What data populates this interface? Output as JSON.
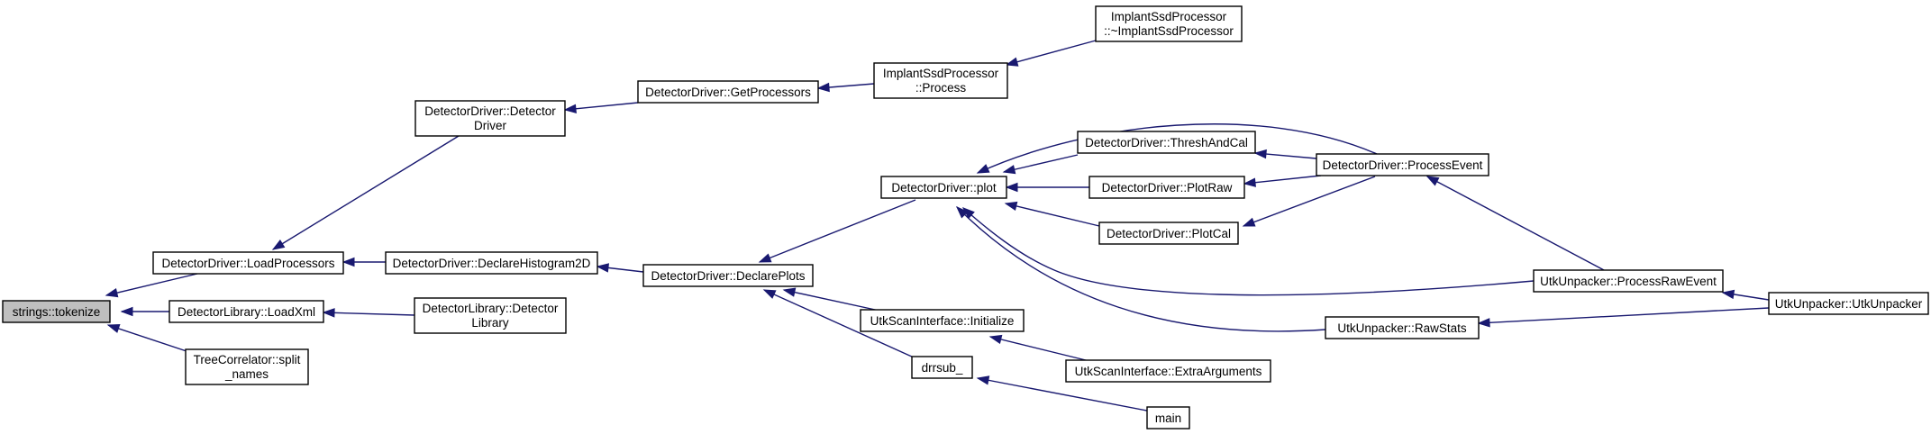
{
  "title": "",
  "colors": {
    "edge": "#191970",
    "node_fill": "#ffffff",
    "root_fill": "#bfbfbf",
    "border": "#000000"
  },
  "nodes": {
    "tokenize": {
      "lines": [
        "strings::tokenize"
      ],
      "root": true
    },
    "load_processors": {
      "lines": [
        "DetectorDriver::LoadProcessors"
      ]
    },
    "load_xml": {
      "lines": [
        "DetectorLibrary::LoadXml"
      ]
    },
    "split_names": {
      "lines": [
        "TreeCorrelator::split",
        "_names"
      ]
    },
    "detector_driver_ctor": {
      "lines": [
        "DetectorDriver::Detector",
        "Driver"
      ]
    },
    "declare_histogram_2d": {
      "lines": [
        "DetectorDriver::DeclareHistogram2D"
      ]
    },
    "detector_library_ctor": {
      "lines": [
        "DetectorLibrary::Detector",
        "Library"
      ]
    },
    "get_processors": {
      "lines": [
        "DetectorDriver::GetProcessors"
      ]
    },
    "declare_plots": {
      "lines": [
        "DetectorDriver::DeclarePlots"
      ]
    },
    "implant_process": {
      "lines": [
        "ImplantSsdProcessor",
        "::Process"
      ]
    },
    "implant_dtor": {
      "lines": [
        "ImplantSsdProcessor",
        "::~ImplantSsdProcessor"
      ]
    },
    "plot": {
      "lines": [
        "DetectorDriver::plot"
      ]
    },
    "utk_initialize": {
      "lines": [
        "UtkScanInterface::Initialize"
      ]
    },
    "drrsub": {
      "lines": [
        "drrsub_"
      ]
    },
    "thresh_and_cal": {
      "lines": [
        "DetectorDriver::ThreshAndCal"
      ]
    },
    "plot_raw": {
      "lines": [
        "DetectorDriver::PlotRaw"
      ]
    },
    "plot_cal": {
      "lines": [
        "DetectorDriver::PlotCal"
      ]
    },
    "extra_arguments": {
      "lines": [
        "UtkScanInterface::ExtraArguments"
      ]
    },
    "main": {
      "lines": [
        "main"
      ]
    },
    "process_event": {
      "lines": [
        "DetectorDriver::ProcessEvent"
      ]
    },
    "process_raw_event": {
      "lines": [
        "UtkUnpacker::ProcessRawEvent"
      ]
    },
    "raw_stats": {
      "lines": [
        "UtkUnpacker::RawStats"
      ]
    },
    "utk_unpacker": {
      "lines": [
        "UtkUnpacker::UtkUnpacker"
      ]
    }
  },
  "edges": [
    {
      "from": "load_processors",
      "to": "tokenize"
    },
    {
      "from": "load_xml",
      "to": "tokenize"
    },
    {
      "from": "split_names",
      "to": "tokenize"
    },
    {
      "from": "detector_driver_ctor",
      "to": "load_processors"
    },
    {
      "from": "declare_histogram_2d",
      "to": "load_processors"
    },
    {
      "from": "detector_library_ctor",
      "to": "load_xml"
    },
    {
      "from": "get_processors",
      "to": "detector_driver_ctor"
    },
    {
      "from": "declare_plots",
      "to": "declare_histogram_2d"
    },
    {
      "from": "implant_process",
      "to": "get_processors"
    },
    {
      "from": "implant_dtor",
      "to": "implant_process"
    },
    {
      "from": "plot",
      "to": "declare_plots"
    },
    {
      "from": "utk_initialize",
      "to": "declare_plots"
    },
    {
      "from": "drrsub",
      "to": "declare_plots"
    },
    {
      "from": "thresh_and_cal",
      "to": "plot"
    },
    {
      "from": "plot_raw",
      "to": "plot"
    },
    {
      "from": "plot_cal",
      "to": "plot"
    },
    {
      "from": "process_event",
      "to": "plot"
    },
    {
      "from": "process_raw_event",
      "to": "plot"
    },
    {
      "from": "raw_stats",
      "to": "plot"
    },
    {
      "from": "extra_arguments",
      "to": "utk_initialize"
    },
    {
      "from": "main",
      "to": "drrsub"
    },
    {
      "from": "process_event",
      "to": "thresh_and_cal"
    },
    {
      "from": "process_event",
      "to": "plot_raw"
    },
    {
      "from": "process_event",
      "to": "plot_cal"
    },
    {
      "from": "process_raw_event",
      "to": "process_event"
    },
    {
      "from": "utk_unpacker",
      "to": "process_raw_event"
    },
    {
      "from": "utk_unpacker",
      "to": "raw_stats"
    }
  ]
}
